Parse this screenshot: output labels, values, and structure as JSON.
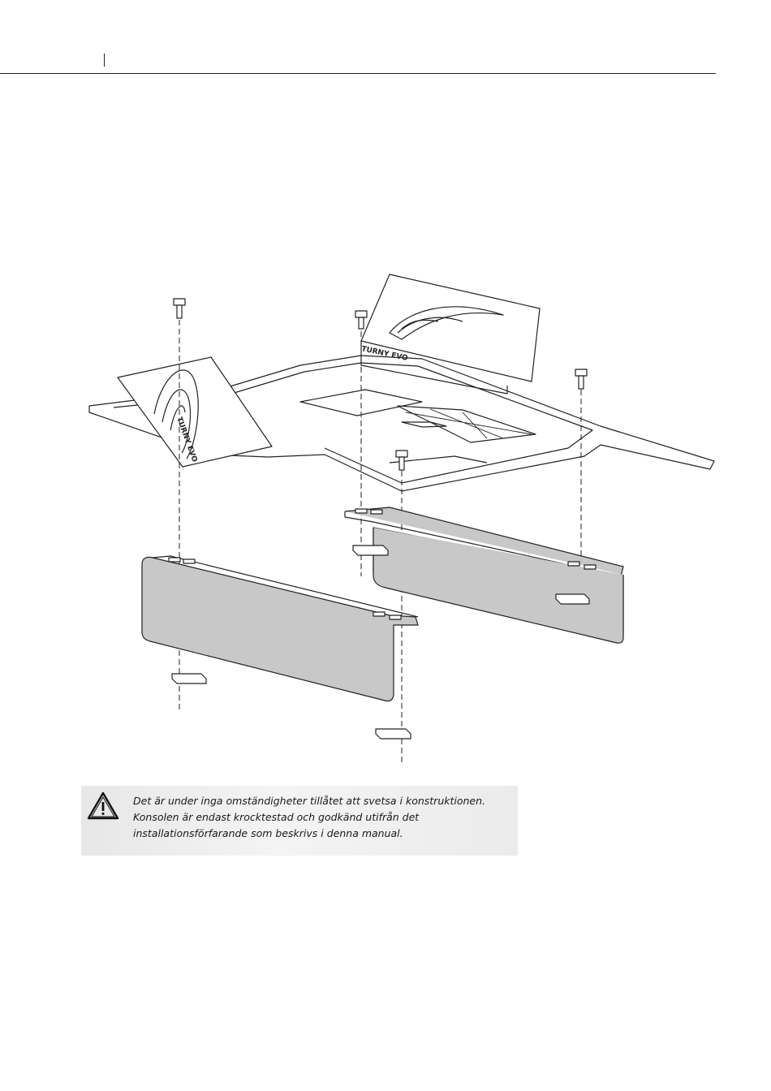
{
  "warning": {
    "icon": "warning-triangle-icon",
    "text": "Det är under inga omständigheter tillåtet att svetsa i konstruktionen. Konsolen är endast krocktestad och godkänd utifrån det installationsförfarande som beskrivs i denna manual."
  },
  "figure": {
    "brand_label_front": "TURNY EVO",
    "brand_label_side": "TURNY EVO"
  }
}
